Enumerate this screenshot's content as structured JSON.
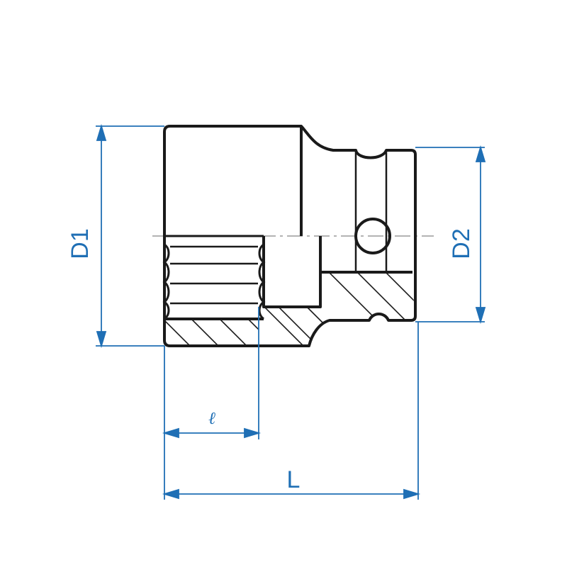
{
  "drawing": {
    "labels": {
      "d1": "D1",
      "d2": "D2",
      "l_small": "ℓ",
      "l_total": "L"
    }
  },
  "colors": {
    "outline": "#1a1a1a",
    "dimension": "#1f6fb5",
    "centerline": "#9a9a9a",
    "hatch": "#1a1a1a",
    "background": "#ffffff"
  }
}
